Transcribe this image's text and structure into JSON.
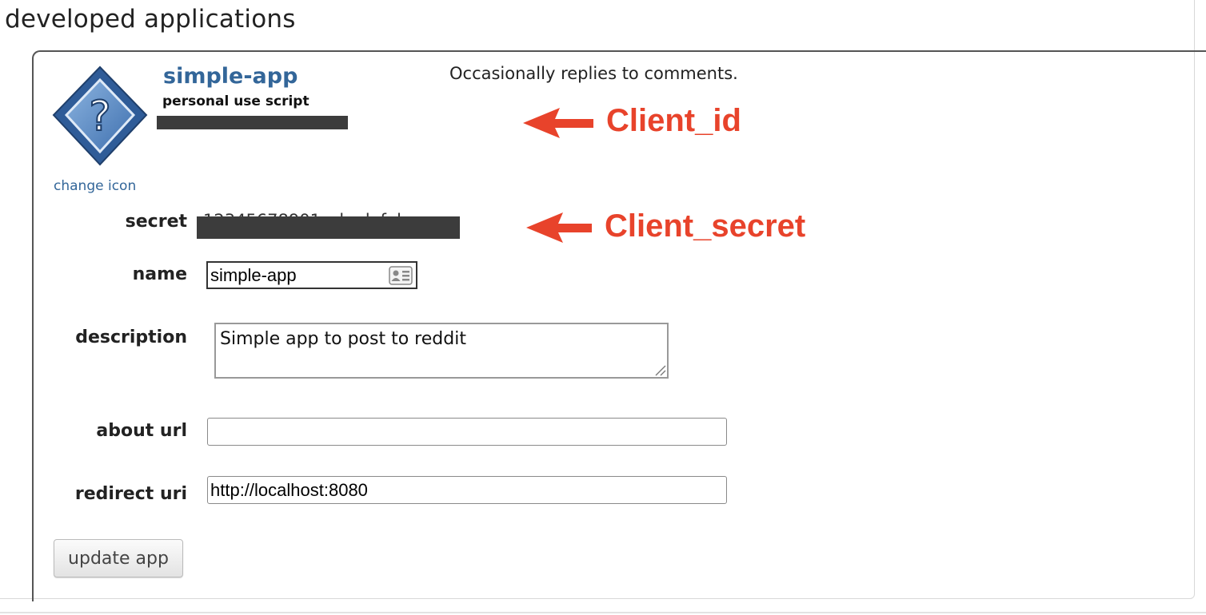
{
  "section": {
    "title": "developed applications"
  },
  "app": {
    "name": "simple-app",
    "type": "personal use script",
    "static_description": "Occasionally replies to comments.",
    "change_icon_label": "change icon",
    "secret_partial": "12345678901_abcdefgh",
    "icon": "question-mark-diamond-icon"
  },
  "form": {
    "secret_label": "secret",
    "name_label": "name",
    "name_value": "simple-app",
    "description_label": "description",
    "description_value": "Simple app to post to reddit",
    "about_url_label": "about url",
    "about_url_value": "",
    "redirect_uri_label": "redirect uri",
    "redirect_uri_value": "http://localhost:8080",
    "update_button_label": "update app"
  },
  "annotations": {
    "client_id_label": "Client_id",
    "client_secret_label": "Client_secret",
    "color": "#e8432b"
  },
  "colors": {
    "link": "#336699",
    "redaction": "#3c3c3c"
  }
}
